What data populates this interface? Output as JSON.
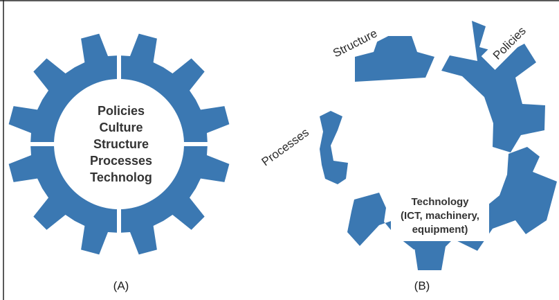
{
  "colors": {
    "gear": "#3b78b2",
    "text": "#333333",
    "frame": "#222222"
  },
  "panel_a": {
    "caption": "(A)",
    "center_lines": [
      "Policies",
      "Culture",
      "Structure",
      "Processes",
      "Technolog"
    ]
  },
  "panel_b": {
    "caption": "(B)",
    "labels": {
      "structure": "Structure",
      "policies": "Policies",
      "processes": "Processes",
      "technology": [
        "Technology",
        "(ICT, machinery,",
        "equipment)"
      ]
    }
  }
}
